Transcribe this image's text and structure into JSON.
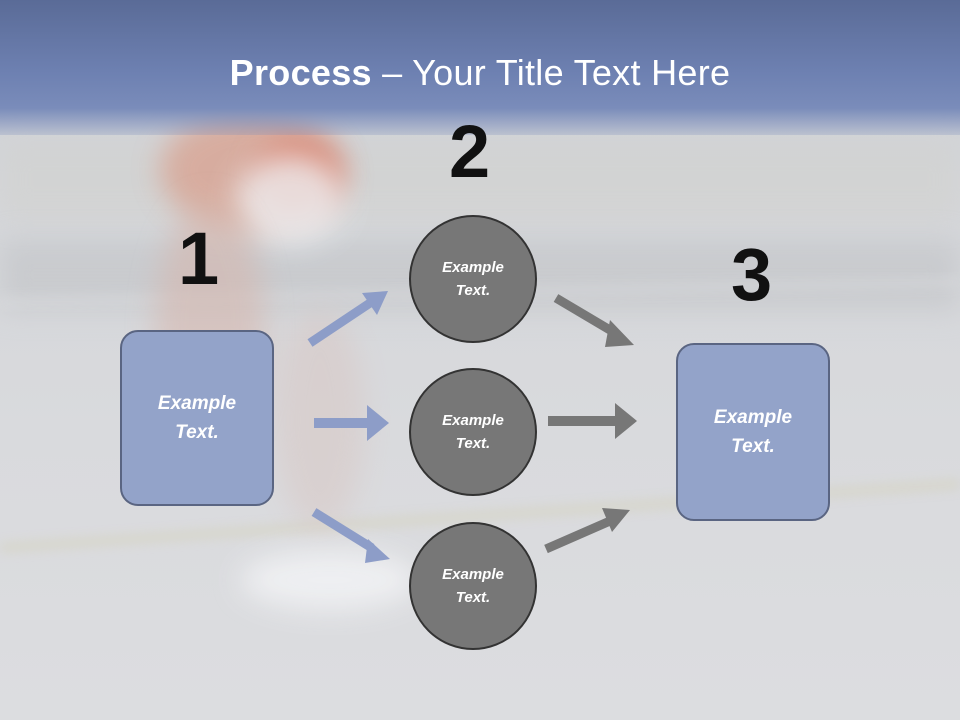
{
  "title": {
    "bold": "Process",
    "rest": " – Your Title Text Here"
  },
  "steps": [
    {
      "number": "1",
      "text": "Example\nText."
    },
    {
      "number": "2",
      "items": [
        "Example\nText.",
        "Example\nText.",
        "Example\nText."
      ]
    },
    {
      "number": "3",
      "text": "Example\nText."
    }
  ],
  "colors": {
    "box_fill": "#93a3c9",
    "circle_fill": "#777777",
    "left_arrow": "#8d9dc8",
    "right_arrow": "#777777",
    "header": "#6e81b2"
  }
}
